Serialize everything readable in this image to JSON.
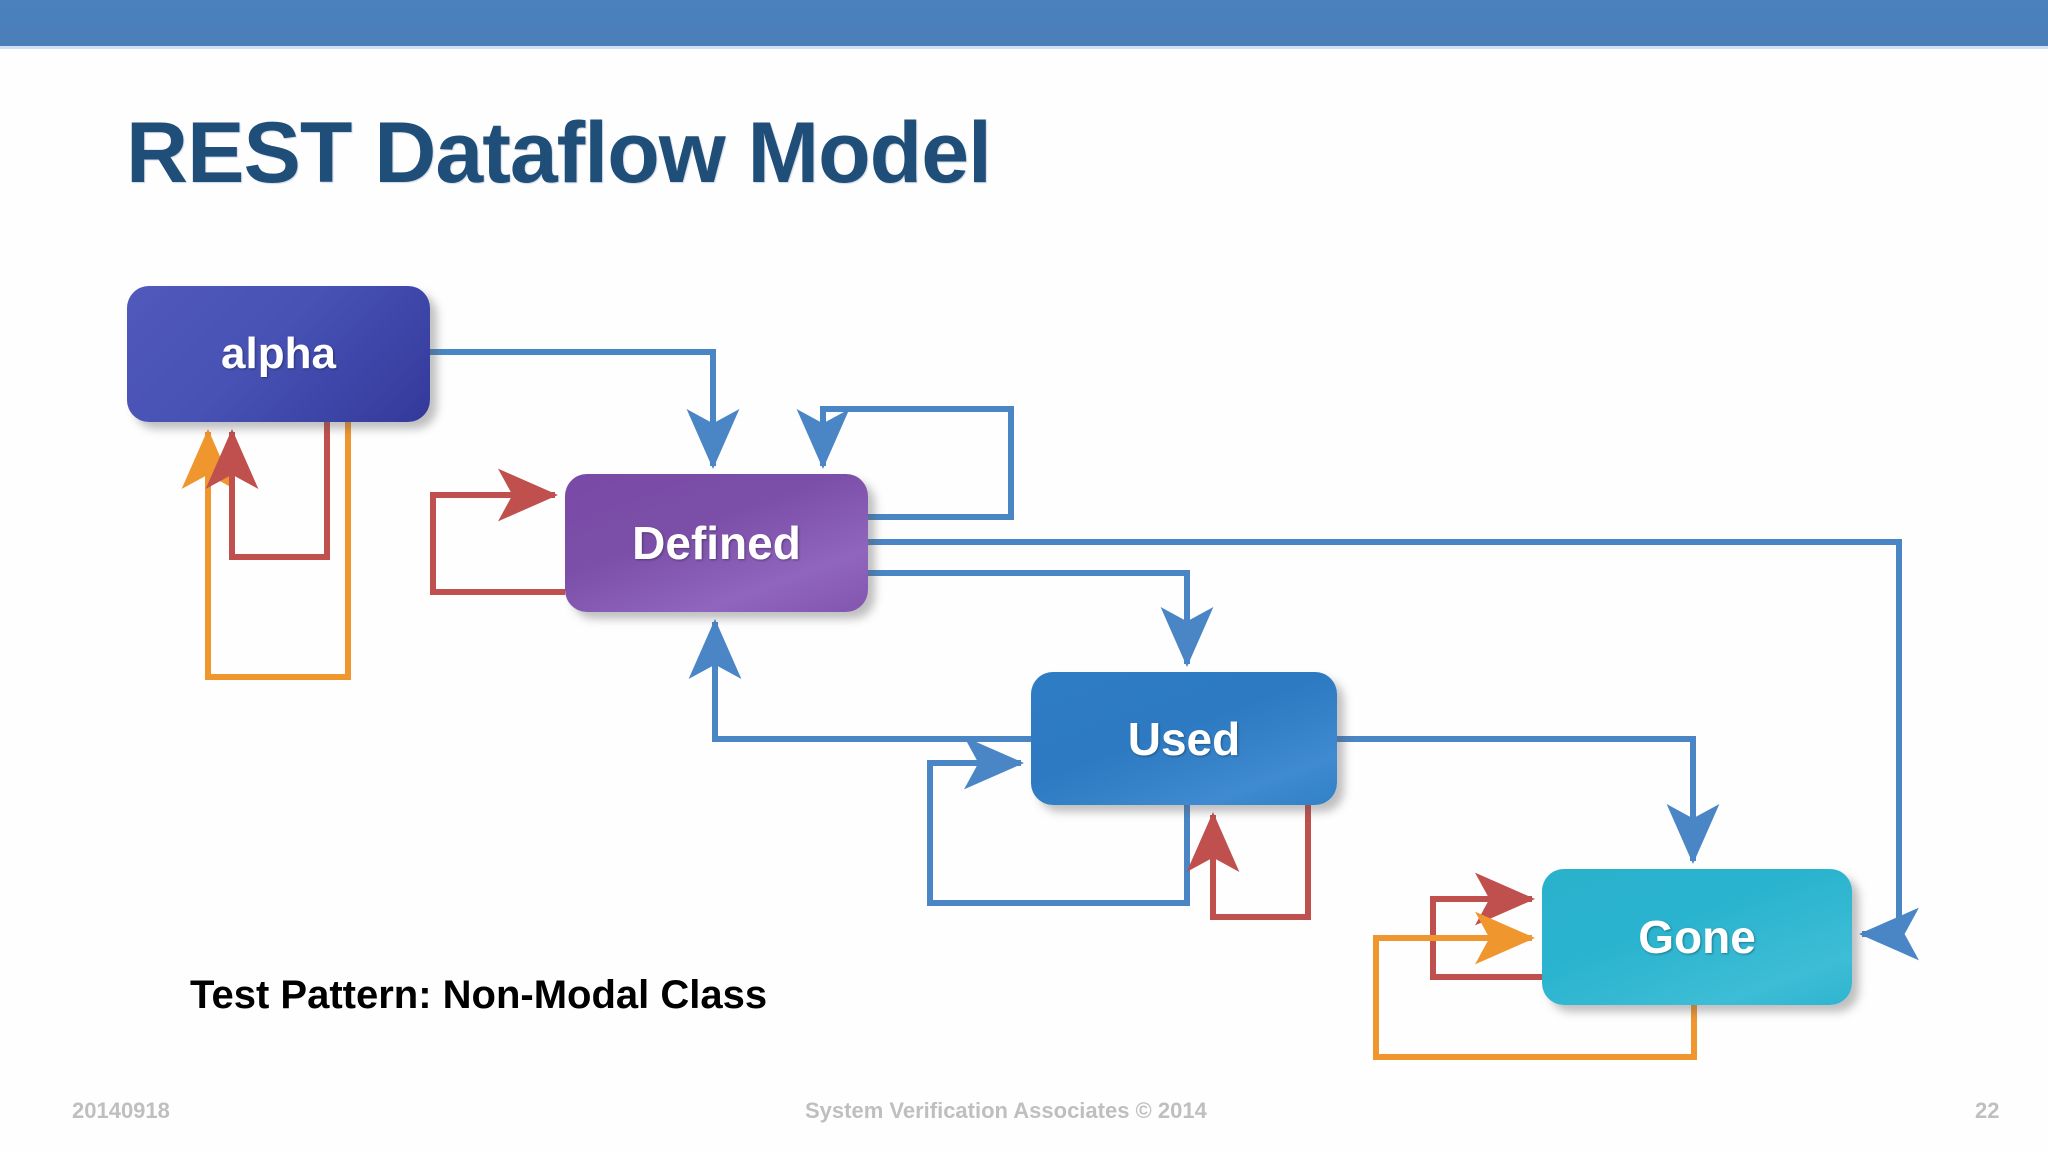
{
  "slide": {
    "title": "REST Dataflow Model",
    "caption": "Test Pattern:  Non-Modal Class",
    "page_number": "22",
    "footer_date": "20140918",
    "footer_center": "System Verification Associates   © 2014"
  },
  "colors": {
    "topbar": "#4a7fba",
    "title": "#1f4e79",
    "alpha": "#4752b4",
    "defined": "#7b4fa8",
    "used": "#2d7ac2",
    "gone": "#2ab3ce",
    "wire_blue": "#4a86c5",
    "wire_red": "#c0504d",
    "wire_orange": "#f0962f",
    "footer_text": "#bfbfbf",
    "caption_text": "#000000"
  },
  "nodes": [
    {
      "id": "alpha",
      "label": "alpha"
    },
    {
      "id": "defined",
      "label": "Defined"
    },
    {
      "id": "used",
      "label": "Used"
    },
    {
      "id": "gone",
      "label": "Gone"
    }
  ],
  "edges": [
    {
      "from": "alpha",
      "to": "defined",
      "color": "blue",
      "kind": "forward"
    },
    {
      "from": "alpha",
      "to": "alpha",
      "color": "red",
      "kind": "self-loop"
    },
    {
      "from": "alpha",
      "to": "alpha",
      "color": "orange",
      "kind": "self-loop"
    },
    {
      "from": "defined",
      "to": "defined",
      "color": "red",
      "kind": "self-loop"
    },
    {
      "from": "defined",
      "to": "defined",
      "color": "blue",
      "kind": "self-loop"
    },
    {
      "from": "defined",
      "to": "used",
      "color": "blue",
      "kind": "forward"
    },
    {
      "from": "defined",
      "to": "gone",
      "color": "blue",
      "kind": "forward"
    },
    {
      "from": "used",
      "to": "defined",
      "color": "blue",
      "kind": "back"
    },
    {
      "from": "used",
      "to": "used",
      "color": "blue",
      "kind": "self-loop"
    },
    {
      "from": "used",
      "to": "used",
      "color": "red",
      "kind": "self-loop"
    },
    {
      "from": "used",
      "to": "gone",
      "color": "blue",
      "kind": "forward"
    },
    {
      "from": "gone",
      "to": "gone",
      "color": "red",
      "kind": "self-loop"
    },
    {
      "from": "gone",
      "to": "gone",
      "color": "orange",
      "kind": "self-loop"
    }
  ]
}
